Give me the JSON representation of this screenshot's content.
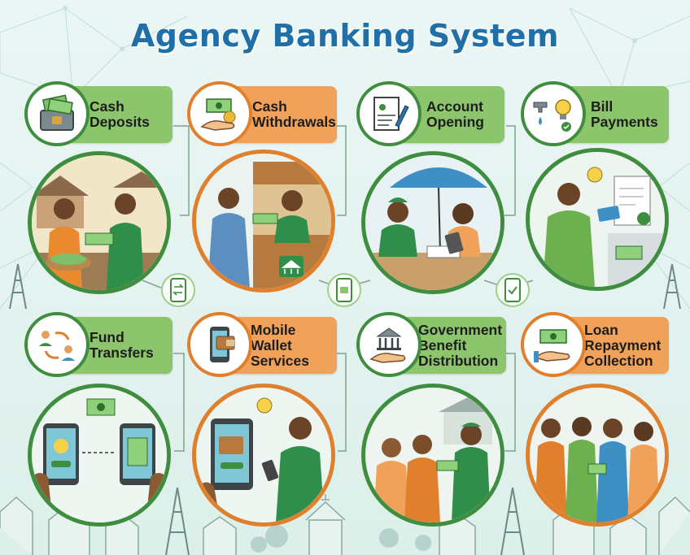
{
  "title": "Agency Banking System",
  "services": [
    {
      "label": "Cash Deposits",
      "icon": "cash-deposit-icon",
      "theme": "green"
    },
    {
      "label": "Cash Withdrawals",
      "icon": "cash-withdrawal-icon",
      "theme": "orange"
    },
    {
      "label": "Account Opening",
      "icon": "account-opening-icon",
      "theme": "green"
    },
    {
      "label": "Bill Payments",
      "icon": "bill-payment-icon",
      "theme": "green"
    },
    {
      "label": "Fund Transfers",
      "icon": "fund-transfer-icon",
      "theme": "green"
    },
    {
      "label": "Mobile Wallet Services",
      "icon": "mobile-wallet-icon",
      "theme": "orange"
    },
    {
      "label": "Government Benefit Distribution",
      "icon": "government-benefit-icon",
      "theme": "green"
    },
    {
      "label": "Loan Repayment Collection",
      "icon": "loan-repayment-icon",
      "theme": "orange"
    }
  ],
  "colors": {
    "title": "#1f6fa8",
    "green_label": "#8cc56c",
    "orange_label": "#f0a25a",
    "green_ring": "#3f8e3f",
    "orange_ring": "#e07f2c"
  }
}
